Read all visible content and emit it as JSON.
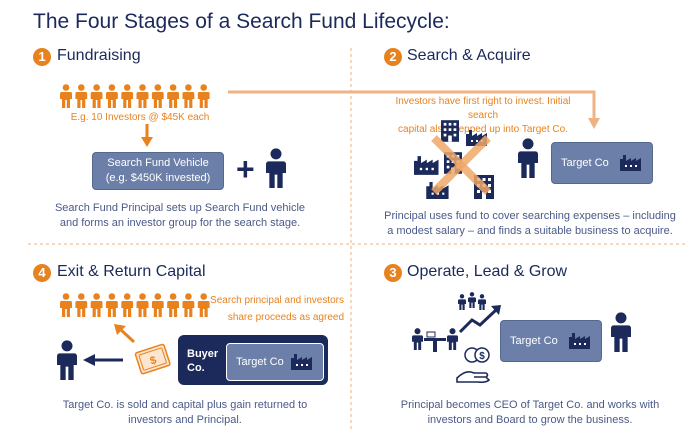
{
  "title": "The Four Stages of a Search Fund Lifecycle:",
  "colors": {
    "orange": "#e8821f",
    "navy": "#1b2a5a",
    "box": "#6b7fa8",
    "text": "#4a5a88"
  },
  "stages": [
    {
      "number": "1",
      "title": "Fundraising",
      "investors_caption": "E.g. 10 Investors @ $45K each",
      "vehicle_line1": "Search Fund Vehicle",
      "vehicle_line2": "(e.g. $450K invested)",
      "plus": "+",
      "desc_line1": "Search Fund Principal sets up Search Fund vehicle",
      "desc_line2": "and forms an investor group for the search stage."
    },
    {
      "number": "2",
      "title": "Search & Acquire",
      "note_line1": "Investors have first right to invest. Initial search",
      "note_line2": "capital also stepped up into Target Co.",
      "target_label": "Target Co",
      "desc_line1": "Principal uses fund to cover searching expenses – including",
      "desc_line2": "a modest salary – and finds a suitable business to acquire."
    },
    {
      "number": "3",
      "title": "Operate, Lead & Grow",
      "target_label": "Target Co",
      "desc_line1": "Principal becomes CEO of Target Co. and works with",
      "desc_line2": "investors and Board to grow the business."
    },
    {
      "number": "4",
      "title": "Exit & Return Capital",
      "note_line1": "Search principal and investors",
      "note_line2": "share proceeds as agreed",
      "buyer_line1": "Buyer",
      "buyer_line2": "Co.",
      "target_label": "Target Co",
      "desc_line1": "Target Co. is sold and capital plus gain returned to",
      "desc_line2": "investors and Principal."
    }
  ],
  "icons": [
    "investor-person-icon",
    "principal-person-icon",
    "factory-icon",
    "building-icon",
    "cross-icon",
    "meeting-icon",
    "growth-chart-icon",
    "money-hand-icon",
    "cash-icon",
    "arrow-icon"
  ]
}
